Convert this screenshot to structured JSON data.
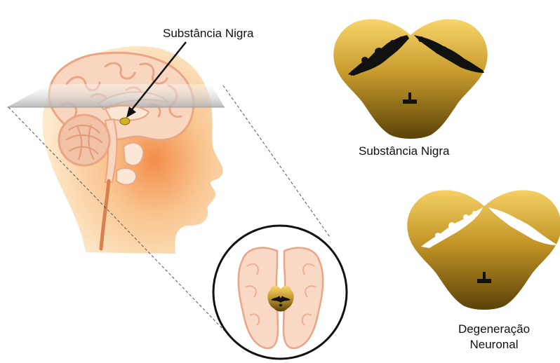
{
  "labels": {
    "head_callout": "Substância Nigra",
    "healthy_caption": "Substância Nigra",
    "degeneration_caption_line1": "Degeneração",
    "degeneration_caption_line2": "Neuronal"
  },
  "colors": {
    "skin_light": "#fde6c5",
    "skin_orange": "#f7b277",
    "brain_fill": "#f9d9c8",
    "brain_outline": "#e8a889",
    "gold_light": "#f5d064",
    "gold_dark": "#5c4508",
    "pigment_black": "#111111",
    "pigment_white": "#ffffff",
    "plane_gray": "#c8c8c8"
  },
  "icons": {
    "head": "human-head-sagittal-icon",
    "midbrain_healthy": "midbrain-section-healthy-icon",
    "midbrain_degenerated": "midbrain-section-degenerated-icon",
    "axial_brain": "axial-brain-slice-icon"
  }
}
